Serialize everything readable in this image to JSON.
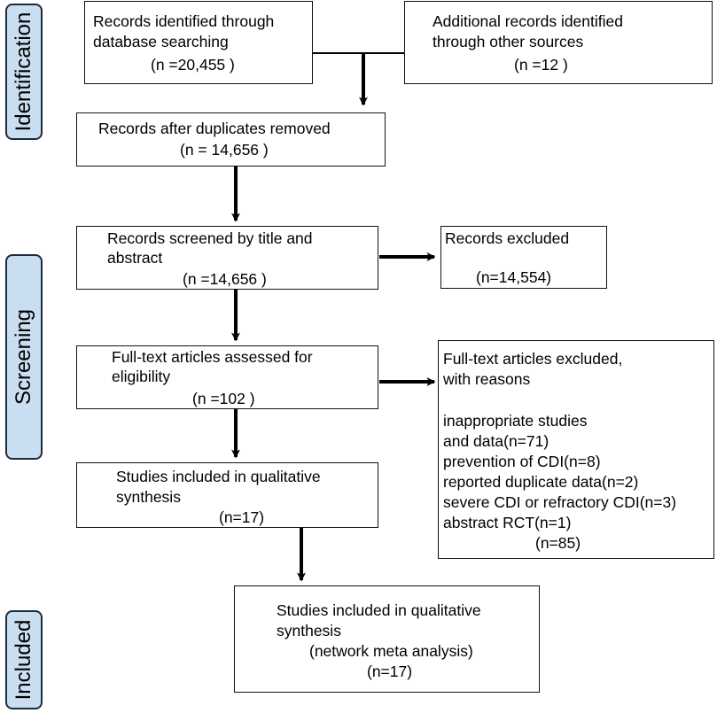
{
  "stages": {
    "identification": "Identification",
    "screening": "Screening",
    "included": "Included"
  },
  "boxes": {
    "records_identified": {
      "line1": "Records identified through",
      "line2": "database searching",
      "line3": "(n =20,455 )"
    },
    "additional_records": {
      "line1": "Additional records identified",
      "line2": "through other sources",
      "line3": "(n =12 )"
    },
    "after_duplicates": {
      "line1": "Records after duplicates removed",
      "line2": "(n = 14,656 )"
    },
    "screened": {
      "line1": "Records screened by title and",
      "line2": "abstract",
      "line3": "(n =14,656 )"
    },
    "excluded": {
      "line1": "Records excluded",
      "line2": "(n=14,554)"
    },
    "fulltext_assessed": {
      "line1": "Full-text articles assessed for",
      "line2": "eligibility",
      "line3": "(n =102 )"
    },
    "fulltext_excluded": {
      "line1": "Full-text articles excluded,",
      "line2": "with reasons",
      "reasons": [
        "inappropriate studies",
        "and data(n=71)",
        "prevention of CDI(n=8)",
        "reported duplicate data(n=2)",
        "severe CDI or refractory CDI(n=3)",
        "abstract RCT(n=1)"
      ],
      "total": "(n=85)"
    },
    "qualitative": {
      "line1": "Studies included in qualitative",
      "line2": "synthesis",
      "line3": "(n=17)"
    },
    "meta_analysis": {
      "line1": "Studies included in qualitative",
      "line2": "synthesis",
      "line3": "(network meta analysis)",
      "line4": "(n=17)"
    }
  },
  "colors": {
    "stage_fill": "#c9def0",
    "stage_border": "#1d2b3a",
    "box_border": "#111111",
    "arrow": "#000000"
  }
}
